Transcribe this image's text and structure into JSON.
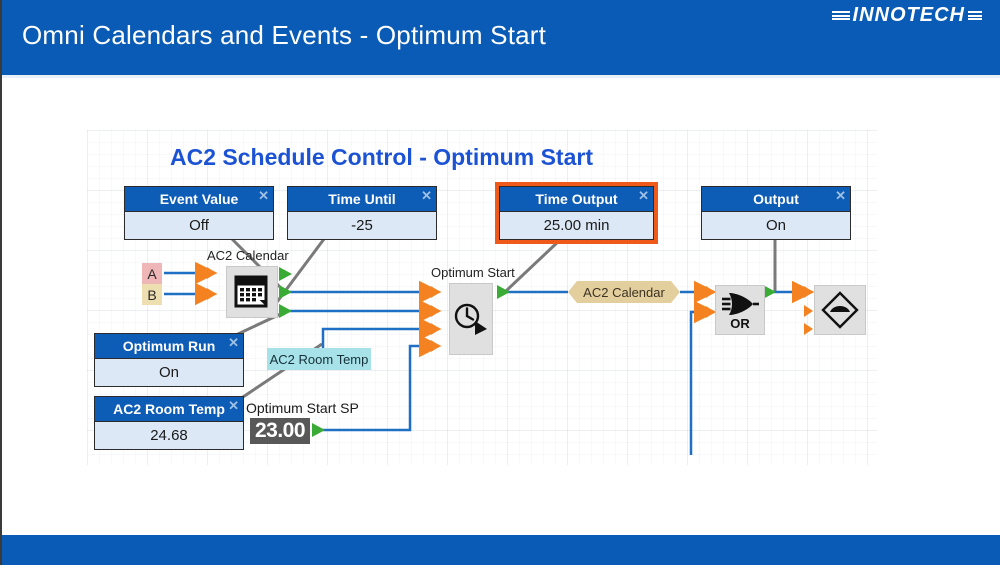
{
  "header": {
    "title": "Omni Calendars and Events - Optimum Start",
    "bg": "#0a5bb5"
  },
  "footer": {
    "brand": "INNOTECH",
    "bg": "#0a5bb5"
  },
  "diagram": {
    "title": "AC2 Schedule Control - Optimum Start",
    "title_color": "#1c53d4",
    "close_glyph": "✕",
    "value_boxes": [
      {
        "label": "Event Value",
        "value": "Off",
        "selected": false
      },
      {
        "label": "Time Until",
        "value": "-25",
        "selected": false
      },
      {
        "label": "Time Output",
        "value": "25.00 min",
        "selected": true
      },
      {
        "label": "Output",
        "value": "On",
        "selected": false
      },
      {
        "label": "Optimum Run",
        "value": "On",
        "selected": false
      },
      {
        "label": "AC2 Room Temp",
        "value": "24.68",
        "selected": false
      }
    ],
    "blocks": [
      {
        "name": "AC2 Calendar",
        "icon": "calendar-icon"
      },
      {
        "name": "Optimum Start",
        "icon": "clock-play-icon"
      },
      {
        "name": "OR",
        "icon": "or-gate-icon"
      },
      {
        "name": "",
        "icon": "output-diamond-icon"
      }
    ],
    "or_gate_text": "OR",
    "inputs": [
      {
        "id": "A",
        "color": "#eeb6b6"
      },
      {
        "id": "B",
        "color": "#eddfb0"
      }
    ],
    "tags": [
      {
        "text": "AC2 Calendar",
        "style": "hex",
        "color": "#e3cf9e"
      },
      {
        "text": "AC2 Room Temp",
        "style": "rect",
        "color": "#a6e2e8"
      }
    ],
    "setpoint": {
      "label": "Optimum Start SP",
      "value": "23.00"
    },
    "colors": {
      "input_arrow": "#f58220",
      "output_arrow": "#3aab34",
      "wire": "#1f6fc4",
      "callout": "#7a7a7a",
      "selection": "#ef5a1a",
      "box_header": "#0d5cb6"
    }
  }
}
